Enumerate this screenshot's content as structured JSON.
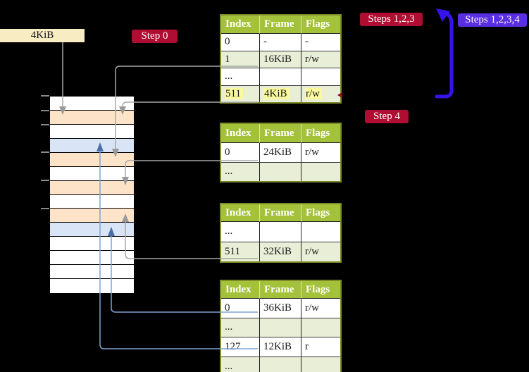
{
  "labels": {
    "frame_size": "4KiB",
    "step0": "Step 0",
    "steps123": "Steps 1,2,3",
    "steps1234": "Steps 1,2,3,4",
    "step4": "Step 4"
  },
  "colors": {
    "badge_red": "#b00d32",
    "badge_purple": "#5a2ee2",
    "big_arrow_blue": "#3813e8",
    "gray_line": "#a8a8a8",
    "gray_arrowhead": "#9a9a9a",
    "blue_line": "#7fa3d1",
    "blue_arrowhead": "#4a70a8",
    "red_tip": "#8b0b26",
    "memory_peach": "#fde4c8",
    "memory_blue": "#d9e4f6",
    "table_header_bg": "#a3c139",
    "table_row_alt": "#e9eed6",
    "highlight_yellow": "#fbf9a0",
    "frame_box_bg": "#f8ecc3",
    "table_border": "#7d8b2a"
  },
  "tables": [
    {
      "name": "page-table-1",
      "headers": [
        "Index",
        "Frame",
        "Flags"
      ],
      "rows": [
        {
          "cells": [
            "0",
            "-",
            "-"
          ],
          "highlight": false
        },
        {
          "cells": [
            "1",
            "16KiB",
            "r/w"
          ],
          "highlight": false
        },
        {
          "cells": [
            "...",
            "",
            ""
          ],
          "highlight": false
        },
        {
          "cells": [
            "511",
            "4KiB",
            "r/w"
          ],
          "highlight": true
        }
      ]
    },
    {
      "name": "page-table-2",
      "headers": [
        "Index",
        "Frame",
        "Flags"
      ],
      "rows": [
        {
          "cells": [
            "0",
            "24KiB",
            "r/w"
          ],
          "highlight": false
        },
        {
          "cells": [
            "...",
            "",
            ""
          ],
          "highlight": false
        }
      ]
    },
    {
      "name": "page-table-3",
      "headers": [
        "Index",
        "Frame",
        "Flags"
      ],
      "rows": [
        {
          "cells": [
            "...",
            "",
            ""
          ],
          "highlight": false
        },
        {
          "cells": [
            "511",
            "32KiB",
            "r/w"
          ],
          "highlight": false
        }
      ]
    },
    {
      "name": "page-table-4",
      "headers": [
        "Index",
        "Frame",
        "Flags"
      ],
      "rows": [
        {
          "cells": [
            "0",
            "36KiB",
            "r/w"
          ],
          "highlight": false
        },
        {
          "cells": [
            "...",
            "",
            ""
          ],
          "highlight": false
        },
        {
          "cells": [
            "127",
            "12KiB",
            "r"
          ],
          "highlight": false
        },
        {
          "cells": [
            "...",
            "",
            ""
          ],
          "highlight": false
        }
      ]
    }
  ],
  "memory": {
    "rows": [
      "white",
      "peach",
      "white",
      "blue",
      "peach",
      "white",
      "peach",
      "white",
      "peach",
      "blue",
      "white",
      "white",
      "white",
      "white"
    ]
  }
}
